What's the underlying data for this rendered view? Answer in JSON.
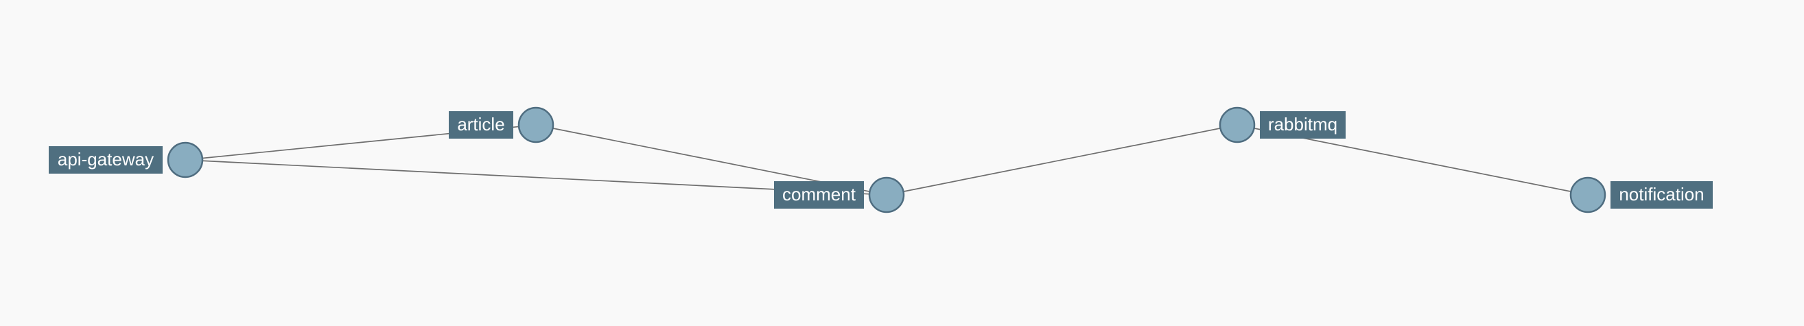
{
  "colors": {
    "background": "#f9f9f9",
    "node_fill": "#89adc0",
    "node_stroke": "#4f6d80",
    "label_bg": "#4f6f80",
    "label_text": "#ffffff",
    "edge": "#6e6e6e"
  },
  "nodes": [
    {
      "id": "api-gateway",
      "label": "api-gateway"
    },
    {
      "id": "article",
      "label": "article"
    },
    {
      "id": "comment",
      "label": "comment"
    },
    {
      "id": "rabbitmq",
      "label": "rabbitmq"
    },
    {
      "id": "notification",
      "label": "notification"
    }
  ],
  "edges": [
    {
      "source": "api-gateway",
      "target": "article"
    },
    {
      "source": "api-gateway",
      "target": "comment"
    },
    {
      "source": "article",
      "target": "comment"
    },
    {
      "source": "comment",
      "target": "rabbitmq"
    },
    {
      "source": "rabbitmq",
      "target": "notification"
    }
  ]
}
